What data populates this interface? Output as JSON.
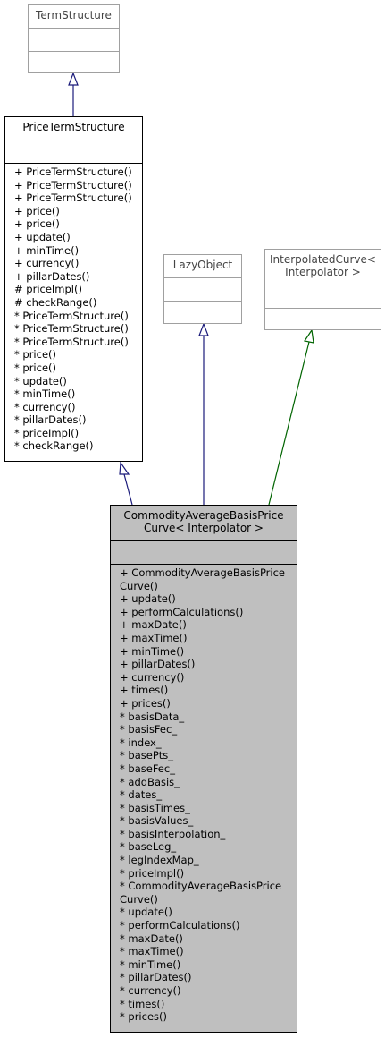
{
  "classes": {
    "term_structure": {
      "name": "TermStructure"
    },
    "price_term_structure": {
      "name": "PriceTermStructure",
      "members": [
        "+ PriceTermStructure()",
        "+ PriceTermStructure()",
        "+ PriceTermStructure()",
        "+ price()",
        "+ price()",
        "+ update()",
        "+ minTime()",
        "+ currency()",
        "+ pillarDates()",
        "# priceImpl()",
        "# checkRange()",
        "* PriceTermStructure()",
        "* PriceTermStructure()",
        "* PriceTermStructure()",
        "* price()",
        "* price()",
        "* update()",
        "* minTime()",
        "* currency()",
        "* pillarDates()",
        "* priceImpl()",
        "* checkRange()"
      ]
    },
    "lazy_object": {
      "name": "LazyObject"
    },
    "interpolated_curve": {
      "name_line1": "InterpolatedCurve<",
      "name_line2": "Interpolator >"
    },
    "commodity_curve": {
      "name_line1": "CommodityAverageBasisPrice",
      "name_line2": "Curve< Interpolator >",
      "members": [
        "+ CommodityAverageBasisPrice",
        "Curve()",
        "+ update()",
        "+ performCalculations()",
        "+ maxDate()",
        "+ maxTime()",
        "+ minTime()",
        "+ pillarDates()",
        "+ currency()",
        "+ times()",
        "+ prices()",
        "* basisData_",
        "* basisFec_",
        "* index_",
        "* basePts_",
        "* baseFec_",
        "* addBasis_",
        "* dates_",
        "* basisTimes_",
        "* basisValues_",
        "* basisInterpolation_",
        "* baseLeg_",
        "* legIndexMap_",
        "* priceImpl()",
        "* CommodityAverageBasisPrice",
        "Curve()",
        "* update()",
        "* performCalculations()",
        "* maxDate()",
        "* maxTime()",
        "* minTime()",
        "* pillarDates()",
        "* currency()",
        "* times()",
        "* prices()"
      ]
    }
  },
  "colors": {
    "public_edge": "#1a1a7a",
    "protected_edge": "#006400",
    "grey_border": "#a0a0a0",
    "focus_fill": "#bfbfbf"
  }
}
